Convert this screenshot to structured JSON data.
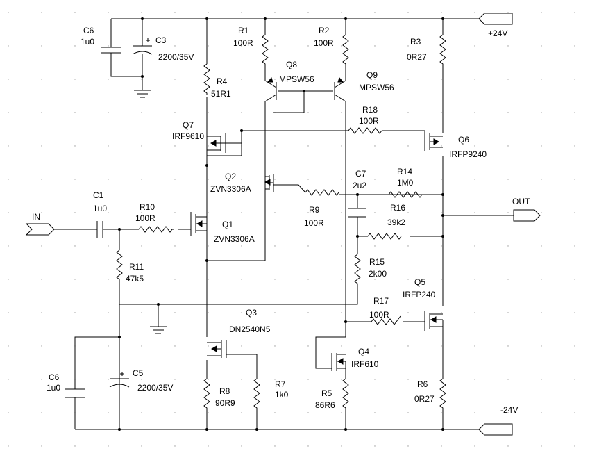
{
  "labels": {
    "C6_top": "C6",
    "C6_top_val": "1u0",
    "C3": "C3",
    "C3_val": "2200/35V",
    "R1": "R1",
    "R1_val": "100R",
    "R2": "R2",
    "R2_val": "100R",
    "R3": "R3",
    "R3_val": "0R27",
    "vplus": "+24V",
    "R4": "R4",
    "R4_val": "51R1",
    "Q8": "Q8",
    "Q8_val": "MPSW56",
    "Q9": "Q9",
    "Q9_val": "MPSW56",
    "Q7": "Q7",
    "Q7_val": "IRF9610",
    "R18": "R18",
    "R18_val": "100R",
    "Q6": "Q6",
    "Q6_val": "IRFP9240",
    "Q2": "Q2",
    "Q2_val": "ZVN3306A",
    "C7": "C7",
    "C7_val": "2u2",
    "R14": "R14",
    "R14_val": "1M0",
    "OUT": "OUT",
    "C1": "C1",
    "C1_val": "1u0",
    "R10": "R10",
    "R10_val": "100R",
    "R9": "R9",
    "R9_val": "100R",
    "R16": "R16",
    "R16_val": "39k2",
    "IN": "IN",
    "Q1": "Q1",
    "Q1_val": "ZVN3306A",
    "R11": "R11",
    "R11_val": "47k5",
    "R15": "R15",
    "R15_val": "2k00",
    "Q5": "Q5",
    "Q5_val": "IRFP240",
    "Q3": "Q3",
    "R17": "R17",
    "R17_val": "100R",
    "Q3_val": "DN2540N5",
    "Q4": "Q4",
    "Q4_val": "IRF610",
    "C6_bot": "C6",
    "C6_bot_val": "1u0",
    "C5": "C5",
    "C5_val": "2200/35V",
    "R8": "R8",
    "R8_val": "90R9",
    "R7": "R7",
    "R7_val": "1k0",
    "R5": "R5",
    "R5_val": "86R6",
    "R6": "R6",
    "R6_val": "0R27",
    "vminus": "-24V"
  }
}
